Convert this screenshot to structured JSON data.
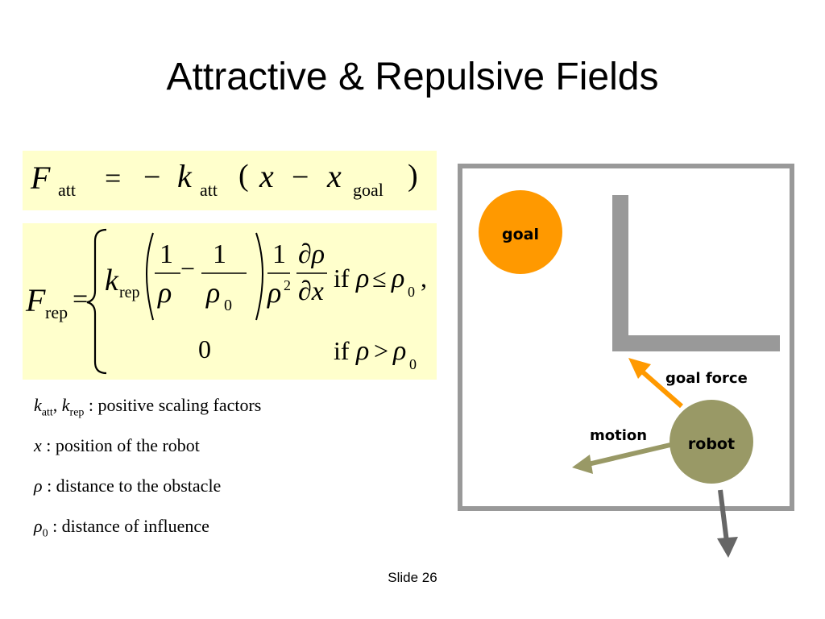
{
  "title": "Attractive & Repulsive Fields",
  "formulas": {
    "att": {
      "F": "F",
      "sub_att": "att",
      "eq": "=",
      "minus": "−",
      "k": "k",
      "sub_k": "att",
      "lp": "(",
      "x": "x",
      "minus2": "−",
      "x2": "x",
      "sub_goal": "goal",
      "rp": ")"
    },
    "rep": {
      "F": "F",
      "sub_rep": "rep",
      "eq": "=",
      "k": "k",
      "sub_k": "rep",
      "one": "1",
      "rho": "ρ",
      "minus": "−",
      "one2": "1",
      "rho0": "ρ",
      "sub0": "0",
      "one3": "1",
      "rho_sq": "ρ",
      "sq": "2",
      "partial_rho": "∂ρ",
      "partial_x": "∂x",
      "if1": "if",
      "rho_c1": "ρ",
      "le": "≤",
      "rho0_c1": "ρ",
      "sub0_c1": "0",
      "comma": ",",
      "zero": "0",
      "if2": "if",
      "rho_c2": "ρ",
      "gt": ">",
      "rho0_c2": "ρ",
      "sub0_c2": "0"
    }
  },
  "definitions": [
    {
      "k1": "k",
      "s1": "att",
      "sep": ", ",
      "k2": "k",
      "s2": "rep",
      "text": " : positive scaling factors"
    },
    {
      "sym": "x",
      "text": " : position of the robot"
    },
    {
      "sym": "ρ",
      "text": " : distance to the obstacle"
    },
    {
      "sym": "ρ",
      "sub": "0",
      "text": " : distance of influence"
    }
  ],
  "diagram": {
    "goal_label": "goal",
    "robot_label": "robot",
    "goal_force_label": "goal force",
    "motion_label": "motion",
    "colors": {
      "goal": "#ff9900",
      "robot": "#999966",
      "wall": "#999999",
      "frame": "#999999",
      "goal_force_arrow": "#ff9900",
      "motion_arrow": "#999966",
      "repulsive_arrow": "#666666"
    }
  },
  "footer": "Slide 26"
}
